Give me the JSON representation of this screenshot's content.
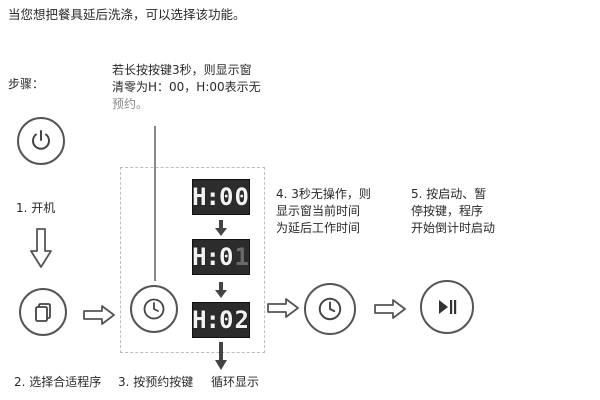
{
  "intro": "当您想把餐具延后洗涤，可以选择该功能。",
  "steps_label": "步骤：",
  "note_long_press": {
    "line1": "若长按按键3秒，则显示窗",
    "line2": "清零为H：00，H:00表示无",
    "line3": "预约。"
  },
  "step1": {
    "label": "1. 开机",
    "icon": "power-icon"
  },
  "step2": {
    "label": "2. 选择合适程序",
    "icon": "program-icon"
  },
  "step3": {
    "label": "3. 按预约按键",
    "icon": "clock-icon"
  },
  "step4": {
    "line1": "4. 3秒无操作，则",
    "line2": "显示窗当前时间",
    "line3": "为延后工作时间",
    "icon": "clock-icon"
  },
  "step5": {
    "line1": "5. 按启动、暂",
    "line2": "停按键，程序",
    "line3": "开始倒计时启动",
    "icon": "play-pause-icon"
  },
  "display": {
    "frames": [
      {
        "h": "H",
        "colon": ":",
        "d1": "0",
        "d2": "0"
      },
      {
        "h": "H",
        "colon": ":",
        "d1": "0",
        "d2": "1"
      },
      {
        "h": "H",
        "colon": ":",
        "d1": "0",
        "d2": "2"
      }
    ],
    "cycle_label": "循环显示"
  }
}
